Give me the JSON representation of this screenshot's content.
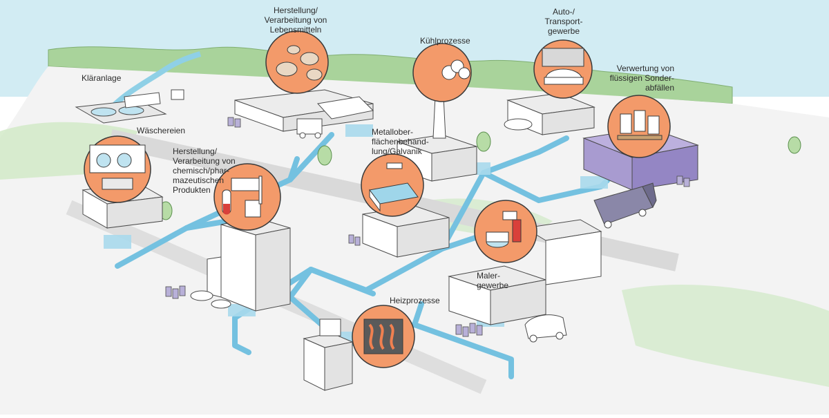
{
  "colors": {
    "sky": "#d2ecf3",
    "hills": "#a9d39b",
    "hills_dark": "#8fc57f",
    "ground": "#f1f1f1",
    "road": "#dcdcdc",
    "pipe": "#74c1e0",
    "pipe_light": "#a8d9ec",
    "circle_fill": "#f39a6a",
    "circle_stroke": "#3a3a3a",
    "building": "#ffffff",
    "building_shade": "#e6e6e6",
    "purple_building": "#a89bd0",
    "outline": "#4a4a4a"
  },
  "labels": {
    "klaeranlage": "Kläranlage",
    "lebensmittel": "Herstellung/\nVerarbeitung von\nLebensmitteln",
    "kuehlprozesse": "Kühlprozesse",
    "auto": "Auto-/\nTransport-\ngewerbe",
    "sonderabfaelle": "Verwertung von\nflüssigen Sonder-\nabfällen",
    "waeschereien": "Wäschereien",
    "chemisch": "Herstellung/\nVerarbeitung von\nchemisch/phar-\nmazeutischen\nProdukten",
    "galvanik": "Metallober-\nflächenbehand-\nlung/Galvanik",
    "maler": "Maler-\ngewerbe",
    "heizprozesse": "Heizprozesse"
  },
  "icons": {
    "lebensmittel": "potato-vegetables-icon",
    "kuehlprozesse": "steam-chimney-icon",
    "auto": "car-wash-icon",
    "sonderabfaelle": "chemical-drums-icon",
    "waeschereien": "washing-machine-icon",
    "chemisch": "lab-glassware-icon",
    "galvanik": "plating-bath-icon",
    "maler": "paint-bucket-brush-icon",
    "heizprozesse": "heat-exchanger-icon"
  }
}
